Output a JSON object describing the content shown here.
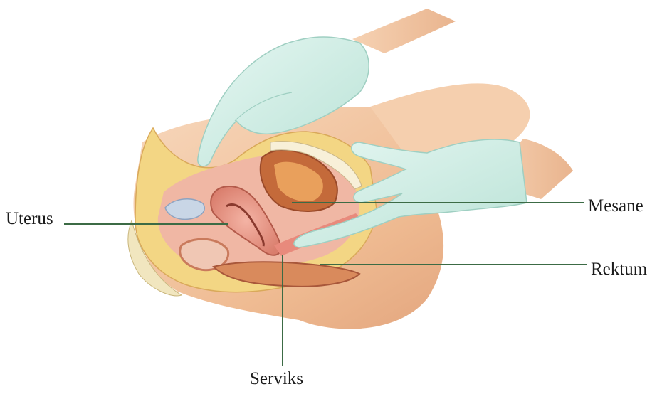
{
  "labels": {
    "uterus": "Uterus",
    "mesane": "Mesane",
    "rektum": "Rektum",
    "serviks": "Serviks"
  },
  "colors": {
    "background": "#ffffff",
    "leader_line": "#3c6b45",
    "glove": "#cfeee6",
    "skin": "#f1c39a",
    "tissue_pink": "#eb9f92",
    "organ_red": "#c86a4a",
    "fat_yellow": "#f2d57e"
  }
}
